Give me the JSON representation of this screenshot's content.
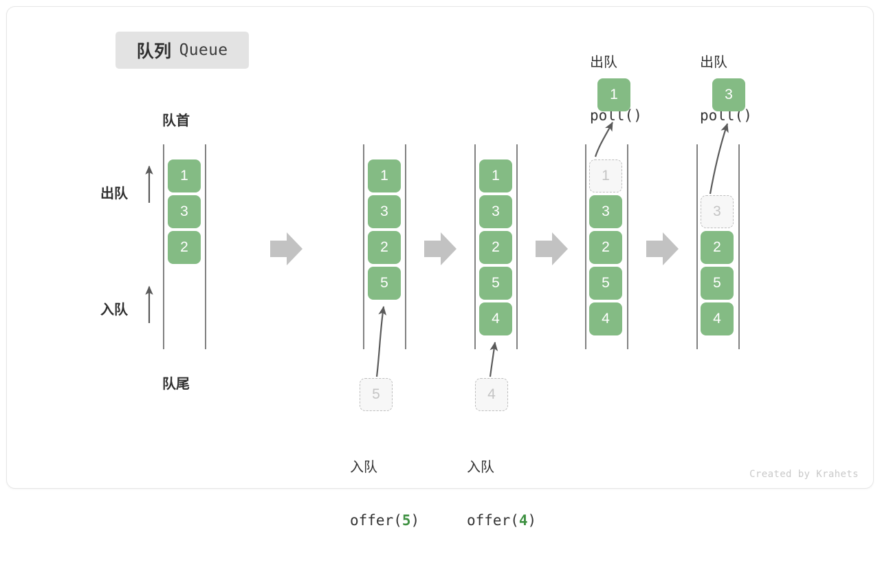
{
  "title": {
    "cn": "队列",
    "en": "Queue"
  },
  "labels": {
    "head": "队首",
    "tail": "队尾",
    "dequeue_side": "出队",
    "enqueue_side": "入队"
  },
  "colors": {
    "cell_fill": "#84bb84",
    "cell_text": "#ffffff",
    "ghost_fill": "#f7f7f7",
    "ghost_border": "#bdbdbd",
    "ghost_text": "#c4c4c4",
    "rail": "#6a6a6a",
    "arrow": "#bdbdbd",
    "curve_arrow": "#5a5a5a",
    "accent_green": "#3f9142",
    "badge_bg": "#e3e3e3"
  },
  "columns": [
    {
      "id": "initial",
      "cells": [
        "1",
        "3",
        "2"
      ]
    },
    {
      "id": "after-offer-5",
      "cells": [
        "1",
        "3",
        "2",
        "5"
      ]
    },
    {
      "id": "after-offer-4",
      "cells": [
        "1",
        "3",
        "2",
        "5",
        "4"
      ]
    },
    {
      "id": "poll-1",
      "cells": [
        "1",
        "3",
        "2",
        "5",
        "4"
      ],
      "ghost_index": 0
    },
    {
      "id": "poll-3",
      "cells": [
        "3",
        "2",
        "5",
        "4"
      ],
      "ghost_index": 0
    }
  ],
  "operations": {
    "offer_5": {
      "cn": "入队",
      "code_prefix": "offer(",
      "value": "5",
      "code_suffix": ")",
      "ghost_value": "5"
    },
    "offer_4": {
      "cn": "入队",
      "code_prefix": "offer(",
      "value": "4",
      "code_suffix": ")",
      "ghost_value": "4"
    },
    "poll_1": {
      "cn": "出队",
      "code": "poll()",
      "popped_value": "1"
    },
    "poll_3": {
      "cn": "出队",
      "code": "poll()",
      "popped_value": "3"
    }
  },
  "credit": "Created by Krahets"
}
